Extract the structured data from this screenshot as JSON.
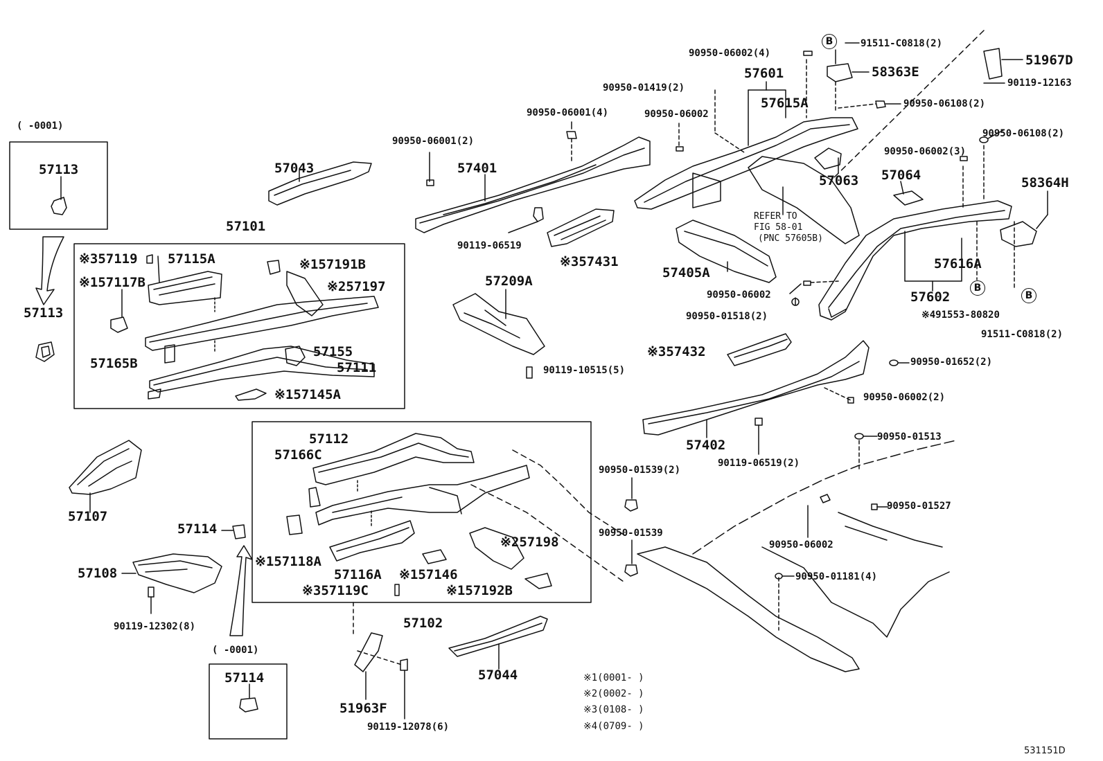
{
  "diagram_id": "531151D",
  "callouts": {
    "c57113_box_range": "(      -0001)",
    "c57113_box": "57113",
    "c57113": "57113",
    "c57101": "57101",
    "c57119": "※357119",
    "c57115A": "57115A",
    "c57117B": "※157117B",
    "c57191B": "※157191B",
    "c57197": "※257197",
    "c57165B": "57165B",
    "c57155": "57155",
    "c57111": "57111",
    "c57145A": "※157145A",
    "c57043": "57043",
    "c06001_2": "90950-06001(2)",
    "c06001_4": "90950-06001(4)",
    "c57401": "57401",
    "c06519": "90119-06519",
    "c57431": "※357431",
    "c57209A": "57209A",
    "c10515": "90119-10515(5)",
    "c06002_4": "90950-06002(4)",
    "c01419": "90950-01419(2)",
    "c06002_a": "90950-06002",
    "c57601": "57601",
    "c57615A": "57615A",
    "c0818_2a": "91511-C0818(2)",
    "c58363E": "58363E",
    "c06108_2a": "90950-06108(2)",
    "c57063": "57063",
    "c51967D": "51967D",
    "c12163": "90119-12163",
    "c06108_2b": "90950-06108(2)",
    "c06002_3": "90950-06002(3)",
    "c57064": "57064",
    "c58364H": "58364H",
    "refer_1": "REFER TO",
    "refer_2": "FIG 58-01",
    "refer_3": "(PNC 57605B)",
    "c57405A": "57405A",
    "c06002_b": "90950-06002",
    "c01518": "90950-01518(2)",
    "c57616A": "57616A",
    "c57602": "57602",
    "c80820": "※491553-80820",
    "c0818_2b": "91511-C0818(2)",
    "c57432": "※357432",
    "c01652": "90950-01652(2)",
    "c06002_2": "90950-06002(2)",
    "c57402": "57402",
    "c06519_2": "90119-06519(2)",
    "c01513": "90950-01513",
    "c01539_2": "90950-01539(2)",
    "c01539": "90950-01539",
    "c01527": "90950-01527",
    "c06002_c": "90950-06002",
    "c01181": "90950-01181(4)",
    "c57107": "57107",
    "c57114": "57114",
    "c57108": "57108",
    "c12302": "90119-12302(8)",
    "c57114_box_range": "(      -0001)",
    "c57114_box": "57114",
    "c57112": "57112",
    "c57166C": "57166C",
    "c57118A": "※157118A",
    "c57116A": "57116A",
    "c57146": "※157146",
    "c57198": "※257198",
    "c57119C": "※357119C",
    "c57192B": "※157192B",
    "c57102": "57102",
    "c57044": "57044",
    "c51963F": "51963F",
    "c12078": "90119-12078(6)"
  },
  "circle_markers": [
    "B",
    "B",
    "B"
  ],
  "notes": [
    {
      "mark": "※1",
      "text": "(0001-      )"
    },
    {
      "mark": "※2",
      "text": "(0002-      )"
    },
    {
      "mark": "※3",
      "text": "(0108-      )"
    },
    {
      "mark": "※4",
      "text": "(0709-      )"
    }
  ]
}
